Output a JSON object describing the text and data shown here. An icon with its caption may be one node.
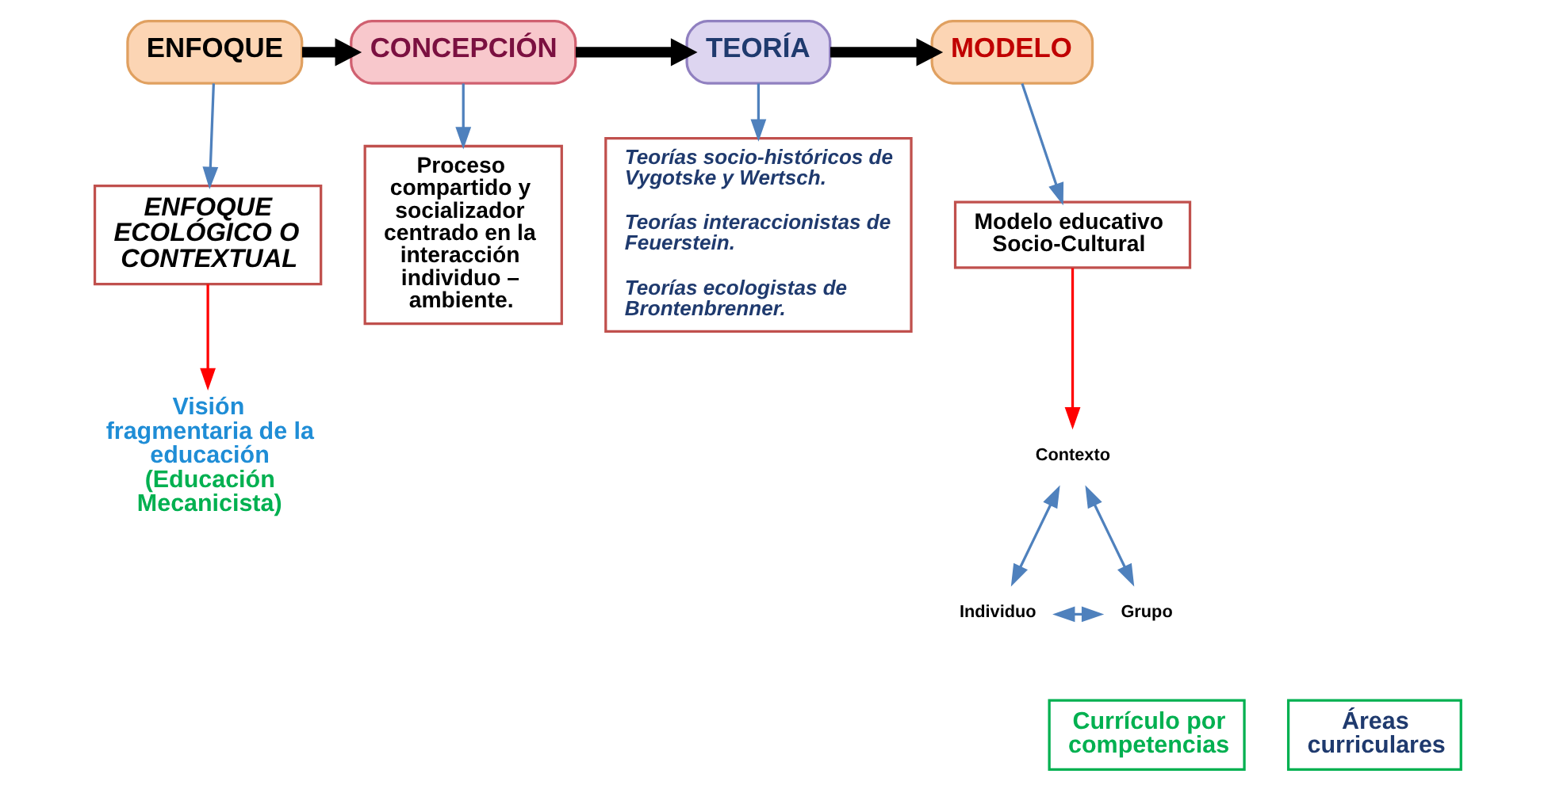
{
  "diagram": {
    "nodes": [
      {
        "text": [
          "ENFOQUE"
        ]
      },
      {
        "text": [
          "CONCEPCIÓN"
        ]
      },
      {
        "text": [
          "TEORÍA"
        ]
      },
      {
        "text": [
          "MODELO"
        ]
      },
      {
        "text": [
          "ENFOQUE ECOLÓGICO O CONTEXTUAL"
        ]
      },
      {
        "text": [
          "Proceso compartido y socializador centrado en la interacción individuo – ambiente."
        ]
      },
      {
        "text": [
          "Teorías socio-históricos de Vygotske y Wertsch.",
          "Teorías interaccionistas de Feuerstein.",
          "Teorías ecologistas de Brontenbrenner."
        ]
      },
      {
        "text": [
          "Modelo educativo Socio-Cultural"
        ]
      },
      {
        "text": [
          "Visión fragmentaria de la educación",
          "(Educación Mecanicista)"
        ]
      },
      {
        "text": [
          "Contexto"
        ]
      },
      {
        "text": [
          "Individuo"
        ]
      },
      {
        "text": [
          "Grupo"
        ]
      },
      {
        "text": [
          "Currículo por competencias"
        ]
      },
      {
        "text": [
          "Áreas curriculares"
        ]
      }
    ],
    "edges": [
      {
        "from": 0,
        "to": 1,
        "arrow": "to",
        "style": "thick",
        "color": "#000000"
      },
      {
        "from": 1,
        "to": 2,
        "arrow": "to",
        "style": "thick",
        "color": "#000000"
      },
      {
        "from": 2,
        "to": 3,
        "arrow": "to",
        "style": "thick",
        "color": "#000000"
      },
      {
        "from": 0,
        "to": 4,
        "arrow": "to"
      },
      {
        "from": 1,
        "to": 5,
        "arrow": "to"
      },
      {
        "from": 2,
        "to": 6,
        "arrow": "to"
      },
      {
        "from": 3,
        "to": 7,
        "arrow": "to"
      },
      {
        "from": 4,
        "to": 8,
        "arrow": "to",
        "color": "#ff0000"
      },
      {
        "from": 7,
        "to": 9,
        "arrow": "to",
        "color": "#ff0000"
      },
      {
        "from": 9,
        "to": 10,
        "arrow": "both"
      },
      {
        "from": 9,
        "to": 11,
        "arrow": "both"
      },
      {
        "from": 10,
        "to": 11,
        "arrow": "both"
      }
    ]
  }
}
